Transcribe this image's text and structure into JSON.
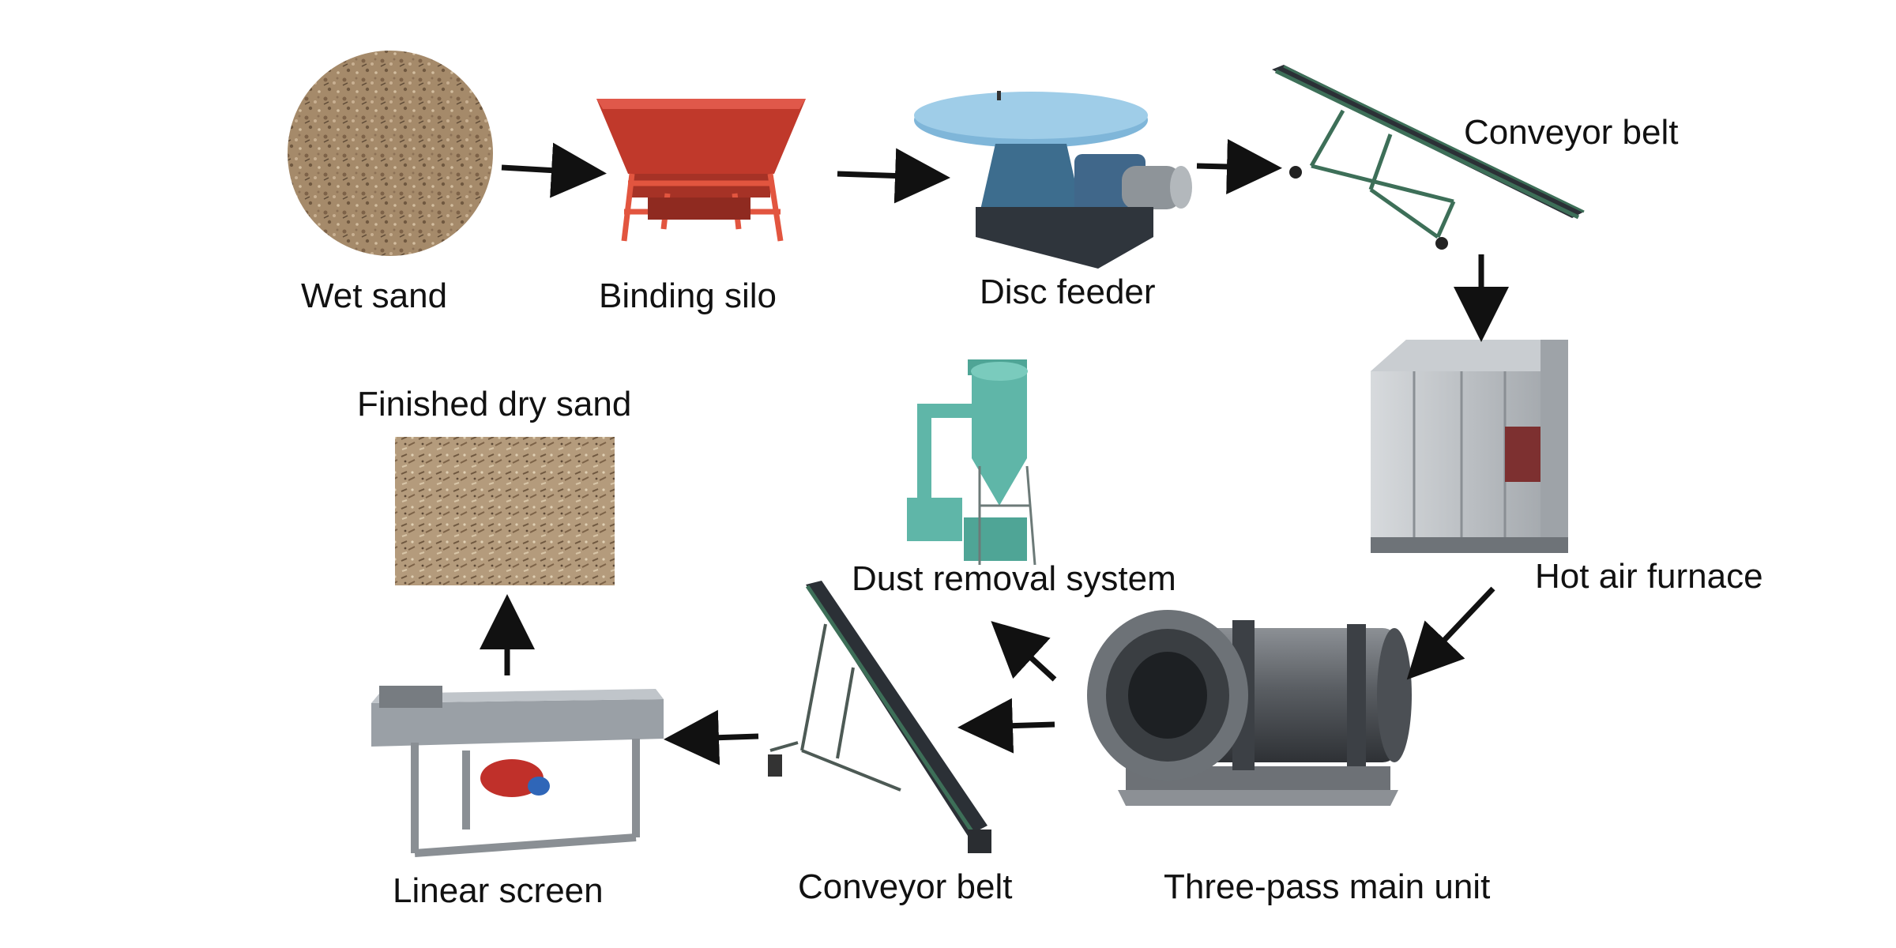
{
  "labels": {
    "wet_sand": "Wet sand",
    "binding_silo": "Binding silo",
    "disc_feeder": "Disc feeder",
    "conveyor_belt_top": "Conveyor belt",
    "hot_air_furnace": "Hot air furnace",
    "three_pass_main_unit": "Three-pass main unit",
    "dust_removal_system": "Dust removal system",
    "conveyor_belt_bottom": "Conveyor belt",
    "linear_screen": "Linear screen",
    "finished_dry_sand": "Finished dry sand"
  },
  "colors": {
    "sand": "#a58a6a",
    "silo_red": "#c0392b",
    "disc_blue": "#7fb6d9",
    "machine_blue": "#3d6d8e",
    "belt_dark": "#2b3036",
    "belt_frame_green": "#3d6f58",
    "furnace_grey": "#b9bec3",
    "dryer_grey": "#4f5358",
    "dust_teal": "#5fb6a8",
    "screen_grey": "#9aa0a6",
    "motor_red": "#c0302a",
    "arrow": "#111111"
  }
}
